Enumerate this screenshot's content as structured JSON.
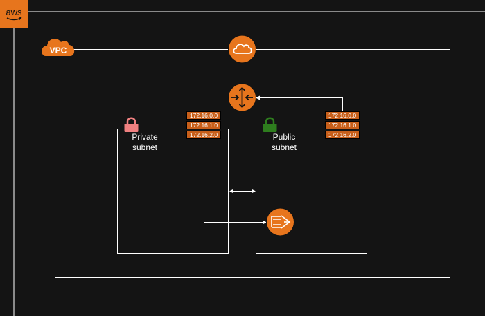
{
  "aws": {
    "logo_text": "aws"
  },
  "vpc": {
    "badge_text": "VPC"
  },
  "private_subnet": {
    "label": "Private\nsubnet",
    "cidrs": [
      "172.16.0.0",
      "172.16.1.0",
      "172.16.2.0"
    ]
  },
  "public_subnet": {
    "label": "Public\nsubnet",
    "cidrs": [
      "172.16.0.0",
      "172.16.1.0",
      "172.16.2.0"
    ]
  },
  "icons": [
    "aws-logo-icon",
    "vpc-cloud-icon",
    "internet-gateway-cloud-icon",
    "router-icon",
    "private-lock-icon",
    "public-lock-icon",
    "nat-gateway-icon"
  ],
  "colors": {
    "background": "#141414",
    "aws_orange": "#e7751d",
    "tag_orange": "#c85f1a",
    "line": "#ffffff",
    "private_lock": "#f08080",
    "public_lock": "#2e7d1e"
  }
}
